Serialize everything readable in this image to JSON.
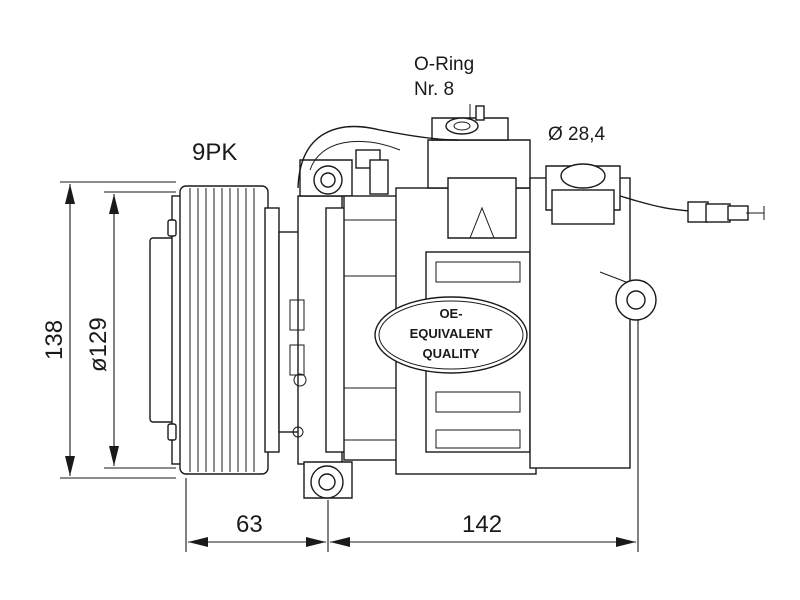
{
  "labels": {
    "belt": "9PK",
    "oring_line1": "O-Ring",
    "oring_line2": "Nr. 8",
    "port_diameter": "Ø 28,4",
    "height": "138",
    "pulley_diameter": "ø129",
    "pulley_offset": "63",
    "body_length": "142"
  },
  "badge": {
    "line1": "OE-",
    "line2": "EQUIVALENT",
    "line3": "QUALITY"
  }
}
